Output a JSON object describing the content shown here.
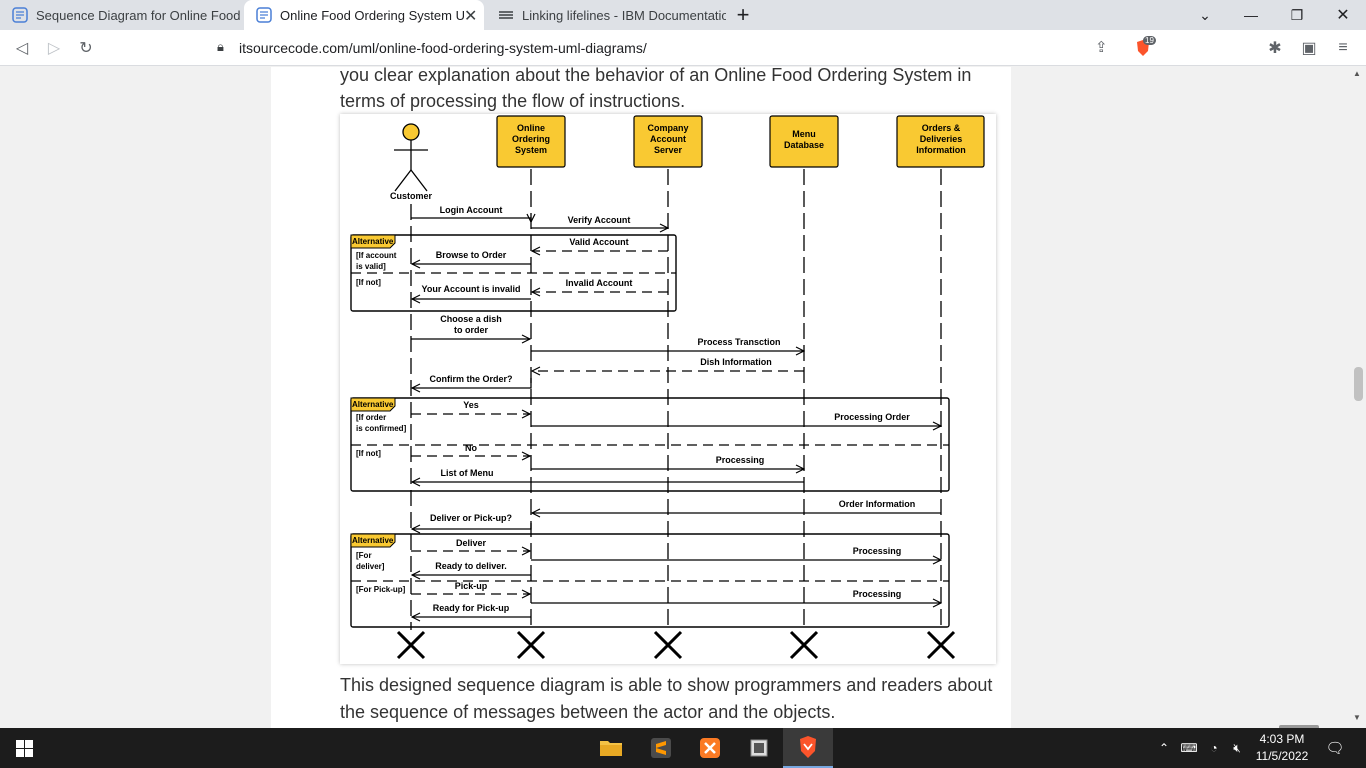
{
  "browser": {
    "tabs": [
      {
        "title": "Sequence Diagram for Online Food O"
      },
      {
        "title": "Online Food Ordering System UM"
      },
      {
        "title": "Linking lifelines - IBM Documentation"
      }
    ],
    "url": "itsourcecode.com/uml/online-food-ordering-system-uml-diagrams/",
    "brave_badge": "19"
  },
  "article": {
    "intro_line1": "you clear explanation about the behavior of an Online Food Ordering System in",
    "intro_line2": "terms of processing the flow of instructions.",
    "outro_line1": "This designed sequence diagram is able to show programmers and readers about",
    "outro_line2": "the sequence of messages between the actor and the objects."
  },
  "diagram": {
    "actor": "Customer",
    "lifelines": [
      {
        "lines": [
          "Online",
          "Ordering",
          "System"
        ]
      },
      {
        "lines": [
          "Company",
          "Account",
          "Server"
        ]
      },
      {
        "lines": [
          "Menu",
          "Database"
        ]
      },
      {
        "lines": [
          "Orders &",
          "Deliveries",
          "Information"
        ]
      }
    ],
    "fragment_tag": "Alternative",
    "guards": {
      "valid": [
        "[If account",
        "is valid]"
      ],
      "not": "[If not]",
      "confirmed": [
        "[If order",
        "is confirmed]"
      ],
      "deliver": [
        "[For",
        "deliver]"
      ],
      "pickup": "[For Pick-up]"
    },
    "messages": {
      "login": "Login Account",
      "verify": "Verify Account",
      "valid": "Valid Account",
      "browse": "Browse to Order",
      "invalid": "Invalid Account",
      "invalid_reply": "Your Account is invalid",
      "choose1": "Choose a dish",
      "choose2": "to order",
      "process_tx": "Process Transction",
      "dish_info": "Dish Information",
      "confirm": "Confirm the Order?",
      "yes": "Yes",
      "processing_order": "Processing Order",
      "no": "No",
      "processing": "Processing",
      "list_menu": "List of Menu",
      "order_info": "Order Information",
      "deliver_pickup": "Deliver or Pick-up?",
      "deliver": "Deliver",
      "ready_deliver": "Ready to deliver.",
      "pickup": "Pick-up",
      "ready_pickup": "Ready for Pick-up"
    }
  },
  "taskbar": {
    "time": "4:03 PM",
    "date": "11/5/2022"
  },
  "colors": {
    "lifeline_fill": "#f9c932",
    "accent_brave": "#fb542b",
    "tab_bar": "#dee1e6"
  }
}
